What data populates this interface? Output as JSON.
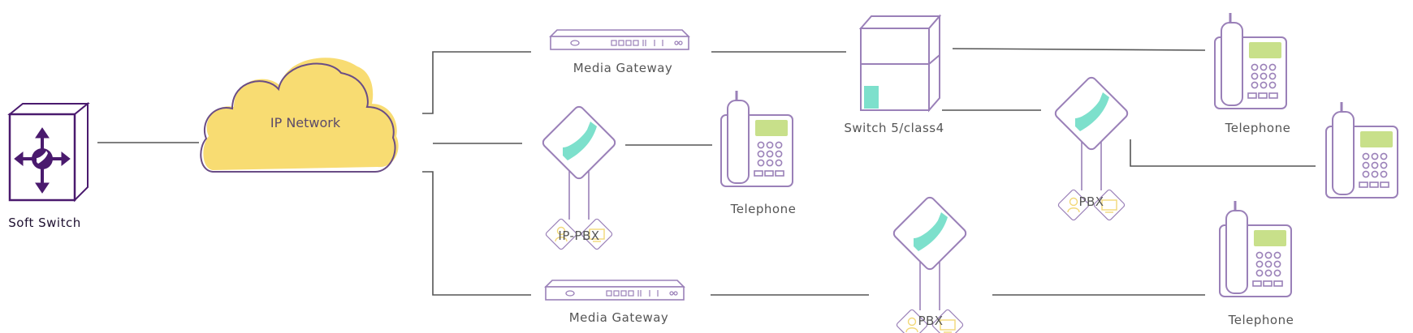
{
  "nodes": {
    "soft_switch": "Soft Switch",
    "ip_network": "IP Network",
    "media_gateway_top": "Media Gateway",
    "media_gateway_bottom": "Media Gateway",
    "ip_pbx": "IP-PBX",
    "telephone_center": "Telephone",
    "switch": "Switch 5/class4",
    "pbx_right": "PBX",
    "pbx_bottom": "PBX",
    "telephone_top_right": "Telephone",
    "telephone_bottom_right": "Telephone"
  },
  "colors": {
    "line": "#555555",
    "device_outline": "#9a80b8",
    "soft_switch": "#4a1a6e",
    "cloud_fill": "#f8dc72",
    "accent_teal": "#7de0cc",
    "screen_green": "#c8e08a",
    "icon_yellow": "#f2d878"
  }
}
